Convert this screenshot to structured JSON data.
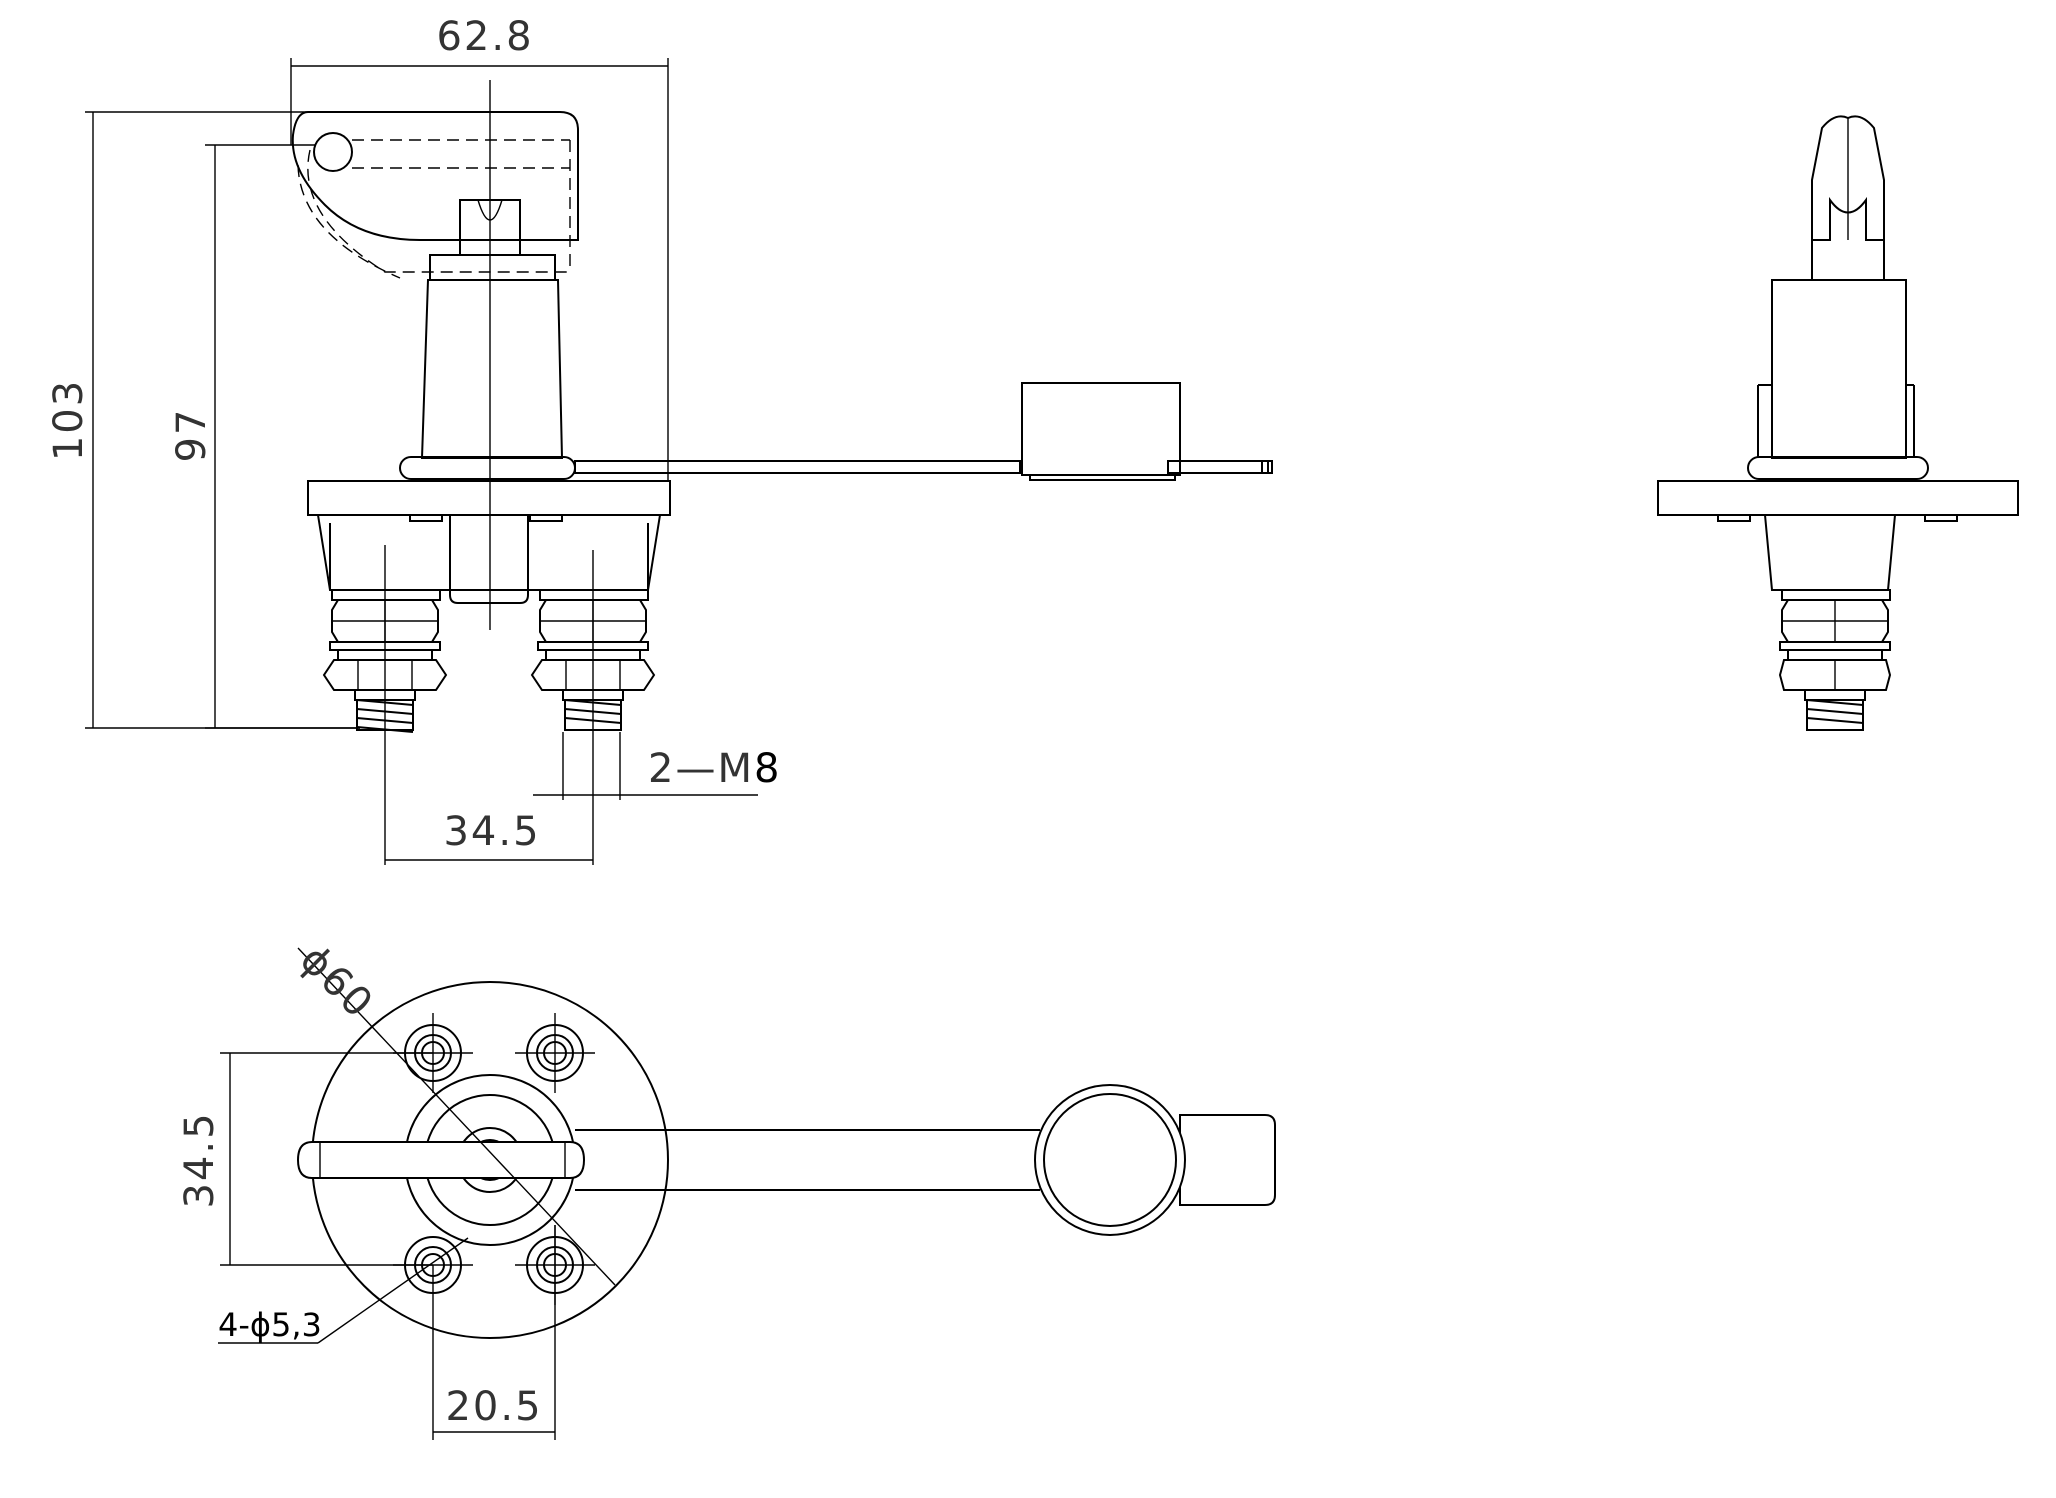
{
  "dimensions": {
    "width_top": "62.8",
    "height_total": "103",
    "height_body": "97",
    "terminal_spacing": "34.5",
    "thread_prefix": "2—M",
    "thread_size": "8",
    "flange_diameter": "ϕ60",
    "hole_spacing_vertical": "34.5",
    "hole_spacing_horizontal": "20.5",
    "hole_count_prefix": "4-",
    "hole_diameter_symbol": "ϕ",
    "hole_diameter": "5,3"
  }
}
